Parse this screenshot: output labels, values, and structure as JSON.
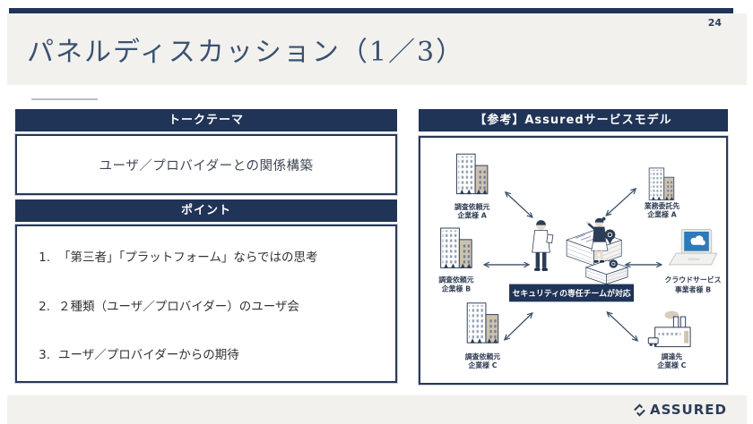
{
  "page_number": "24",
  "title": "パネルディスカッション（1／3）",
  "left_panel": {
    "talk_theme": {
      "header": "トークテーマ",
      "body": "ユーザ／プロバイダーとの関係構築"
    },
    "points": {
      "header": "ポイント",
      "items": [
        {
          "num": "1.",
          "text": "「第三者」「プラットフォーム」ならではの思考"
        },
        {
          "num": "2.",
          "text": "２種類（ユーザ／プロバイダー）のユーザ会"
        },
        {
          "num": "3.",
          "text": "ユーザ／プロバイダーからの期待"
        }
      ]
    }
  },
  "right_panel": {
    "header": "【参考】Assuredサービスモデル",
    "diagram": {
      "center_badge": "セキュリティの専任チームが対応",
      "nodes": [
        {
          "icon": "office-building-icon",
          "line1": "調査依頼元",
          "line2": "企業様 A"
        },
        {
          "icon": "office-building-icon",
          "line1": "調査依頼元",
          "line2": "企業様 B"
        },
        {
          "icon": "office-building-icon",
          "line1": "調査依頼元",
          "line2": "企業様 C"
        },
        {
          "icon": "office-building-icon",
          "line1": "業務委託先",
          "line2": "企業様 A"
        },
        {
          "icon": "cloud-laptop-icon",
          "line1": "クラウドサービス",
          "line2": "事業者様 B"
        },
        {
          "icon": "factory-icon",
          "line1": "調達先",
          "line2": "企業様 C"
        }
      ]
    }
  },
  "footer": {
    "logo_text": "ASSURED",
    "logo_icon": "sync-diamond-icon"
  },
  "colors": {
    "navy": "#1f3456",
    "band_grey": "#f2f1ee",
    "body_text": "#3a3a3a",
    "title_navy": "#3a526f",
    "beige": "#cfc2b0",
    "laptop_blue": "#2e7ab8",
    "arrow": "#3b4f69"
  }
}
